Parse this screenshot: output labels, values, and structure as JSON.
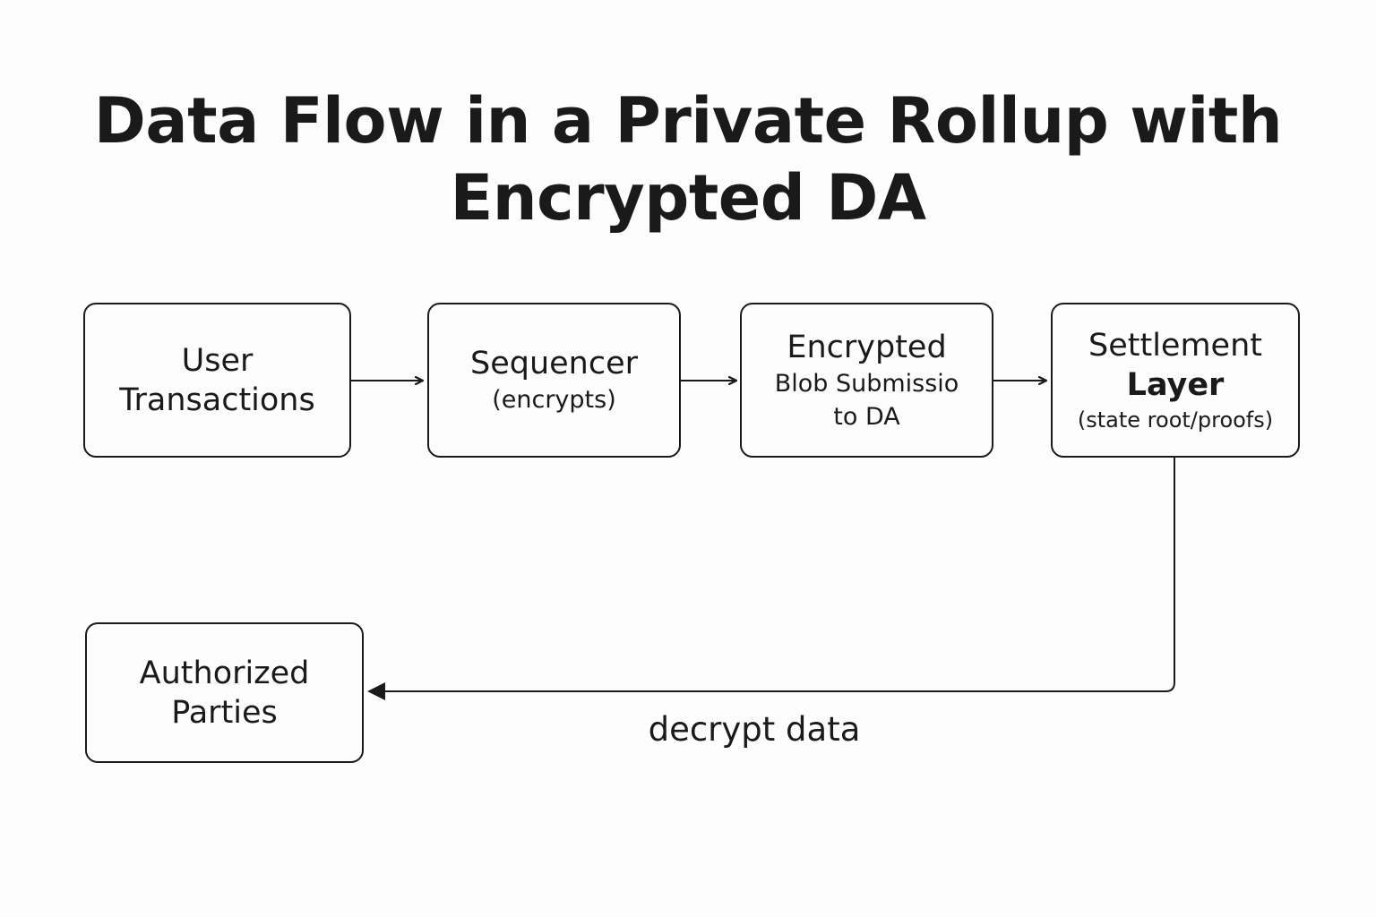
{
  "diagram": {
    "title_line1": "Data Flow in a Private Rollup with",
    "title_line2": "Encrypted DA",
    "nodes": {
      "user_transactions": {
        "line1": "User",
        "line2": "Transactions"
      },
      "sequencer": {
        "label": "Sequencer",
        "note": "(encrypts)"
      },
      "encrypted_blob": {
        "label": "Encrypted",
        "note_line1": "Blob Submissio",
        "note_line2": "to DA"
      },
      "settlement_layer": {
        "line1": "Settlement",
        "line2": "Layer",
        "note": "(state root/proofs)"
      },
      "authorized_parties": {
        "line1": "Authorized",
        "line2": "Parties"
      }
    },
    "edges": [
      {
        "from": "user_transactions",
        "to": "sequencer",
        "label": ""
      },
      {
        "from": "sequencer",
        "to": "encrypted_blob",
        "label": ""
      },
      {
        "from": "encrypted_blob",
        "to": "settlement_layer",
        "label": ""
      },
      {
        "from": "settlement_layer",
        "to": "authorized_parties",
        "label": "decrypt data"
      }
    ],
    "colors": {
      "ink": "#1a1a1a",
      "background": "#fdfdfd"
    }
  }
}
